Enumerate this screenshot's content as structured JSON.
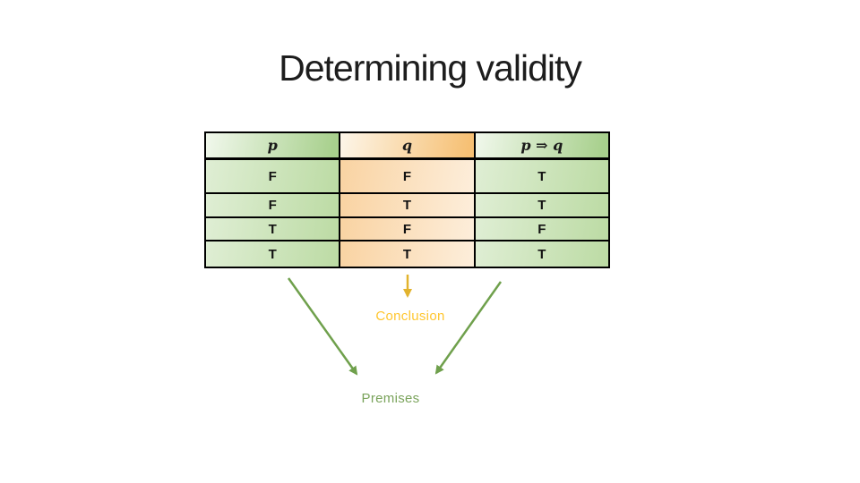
{
  "slide": {
    "title": "Determining validity"
  },
  "truth_table": {
    "headers": [
      "p",
      "q",
      "p ⇒ q"
    ],
    "rows": [
      [
        "F",
        "F",
        "T"
      ],
      [
        "F",
        "T",
        "T"
      ],
      [
        "T",
        "F",
        "F"
      ],
      [
        "T",
        "T",
        "T"
      ]
    ]
  },
  "annotations": {
    "conclusion_label": "Conclusion",
    "premises_label": "Premises"
  },
  "colors": {
    "header_green": "#a8d08d",
    "header_orange": "#f6c074",
    "cell_green_light": "#dfeed4",
    "cell_orange_light": "#fdeedb",
    "result_text_red": "#c13b2a",
    "arrow_gold": "#e2b32d",
    "arrow_green": "#6fa04c",
    "conclusion_text": "#ffc62f",
    "premises_text": "#7aa35b"
  }
}
